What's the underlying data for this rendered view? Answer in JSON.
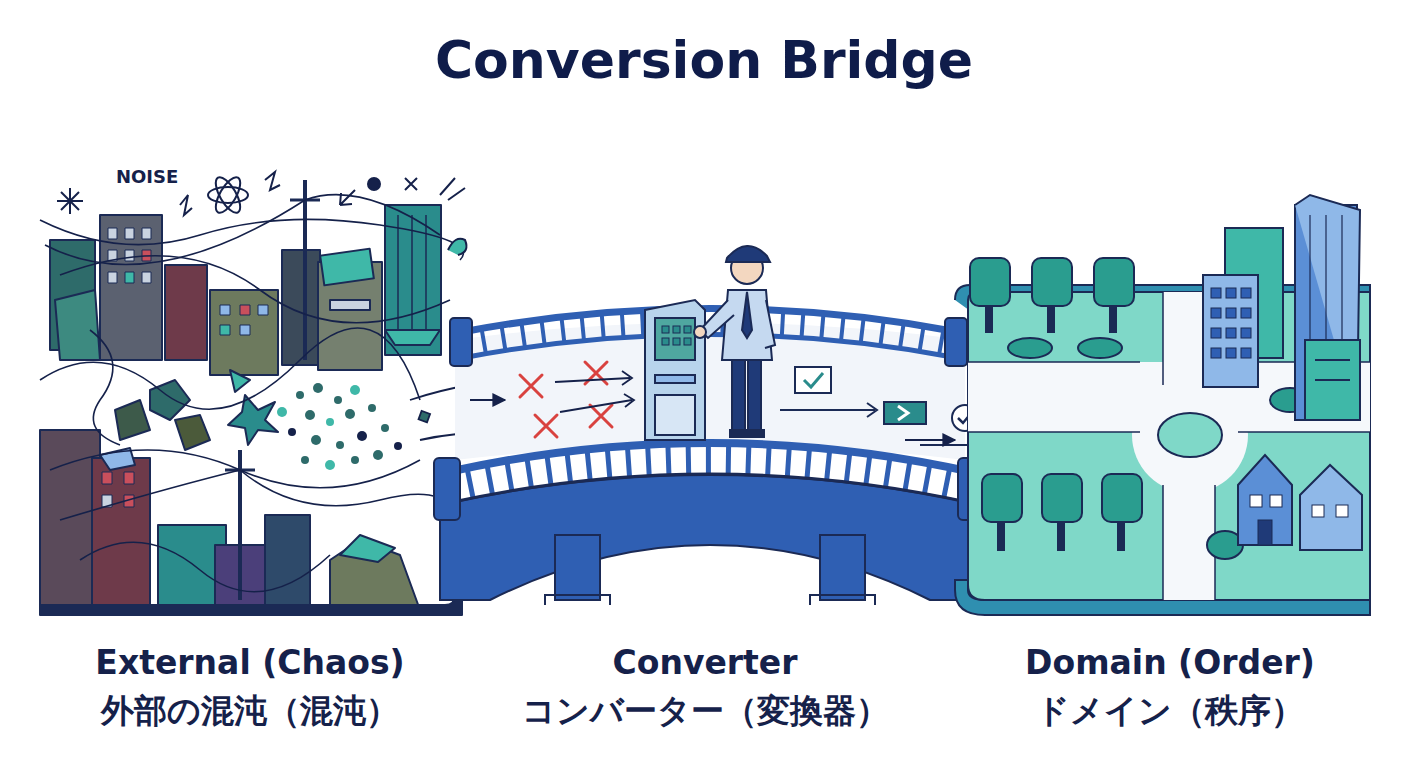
{
  "diagram": {
    "title": "Conversion Bridge",
    "nodes": [
      {
        "text": [
          "External (Chaos)",
          "外部の混沌（混沌）"
        ]
      },
      {
        "text": [
          "Converter",
          "コンバーター（変換器）"
        ]
      },
      {
        "text": [
          "Domain (Order)",
          "ドメイン（秩序）"
        ]
      }
    ],
    "edges": [
      {
        "from": 0,
        "to": 1,
        "arrow": "to"
      },
      {
        "from": 1,
        "to": 2,
        "arrow": "to"
      }
    ],
    "labels": [
      "NOISE"
    ]
  }
}
